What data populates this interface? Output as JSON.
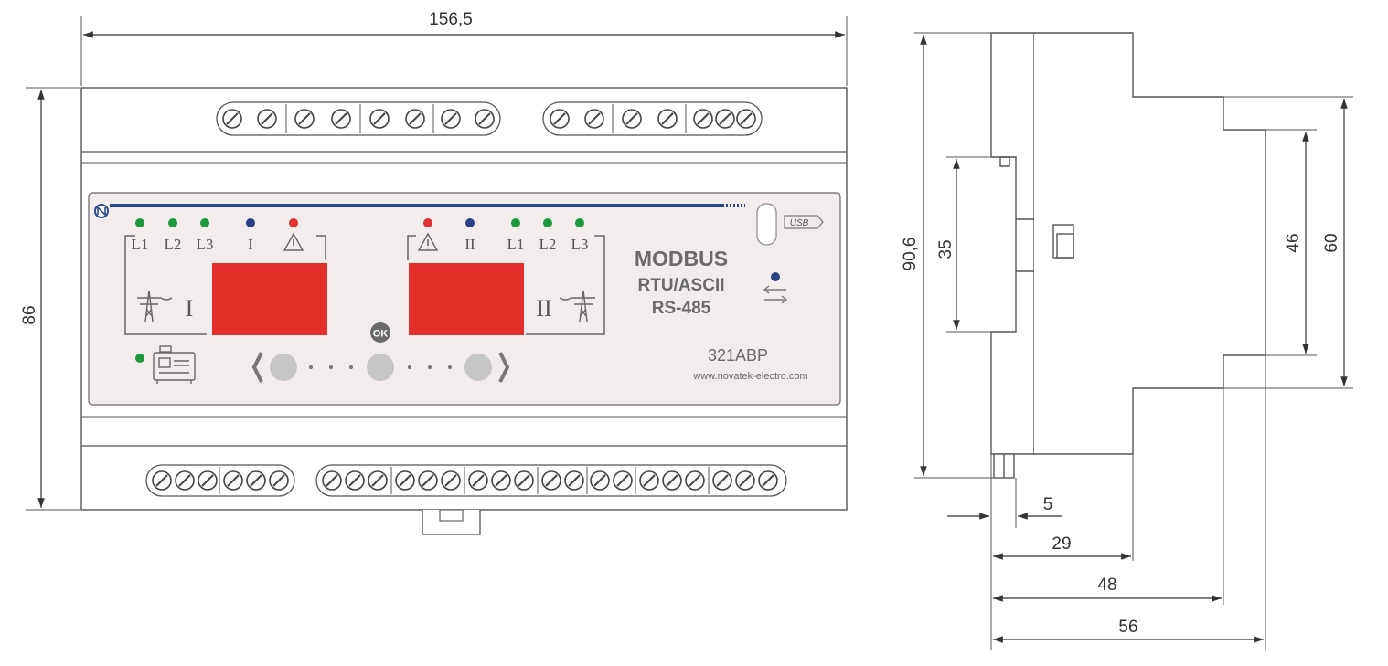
{
  "front_view": {
    "dimensions": {
      "width": "156,5",
      "height": "86"
    },
    "panel": {
      "left_indicators": [
        "L1",
        "L2",
        "L3",
        "I"
      ],
      "right_indicators": [
        "II",
        "L1",
        "L2",
        "L3"
      ],
      "input_1_label": "I",
      "input_2_label": "II",
      "ok_label": "OK",
      "usb_label": "USB",
      "protocol_title": "MODBUS",
      "protocol_mode": "RTU/ASCII",
      "protocol_interface": "RS-485",
      "model": "321ABP",
      "website": "www.novatek-electro.com"
    }
  },
  "side_view": {
    "dimensions": {
      "overall_height": "90,6",
      "front_step_height": "35",
      "rail_inner": "46",
      "rail_outer": "60",
      "depth_5": "5",
      "depth_29": "29",
      "depth_48": "48",
      "depth_56": "56"
    }
  },
  "colors": {
    "led_green": "#1a9a3c",
    "led_blue": "#2b3f86",
    "led_red": "#e33030",
    "display_red": "#e3302b",
    "panel_bg": "#f2ecec",
    "line": "#555555"
  }
}
